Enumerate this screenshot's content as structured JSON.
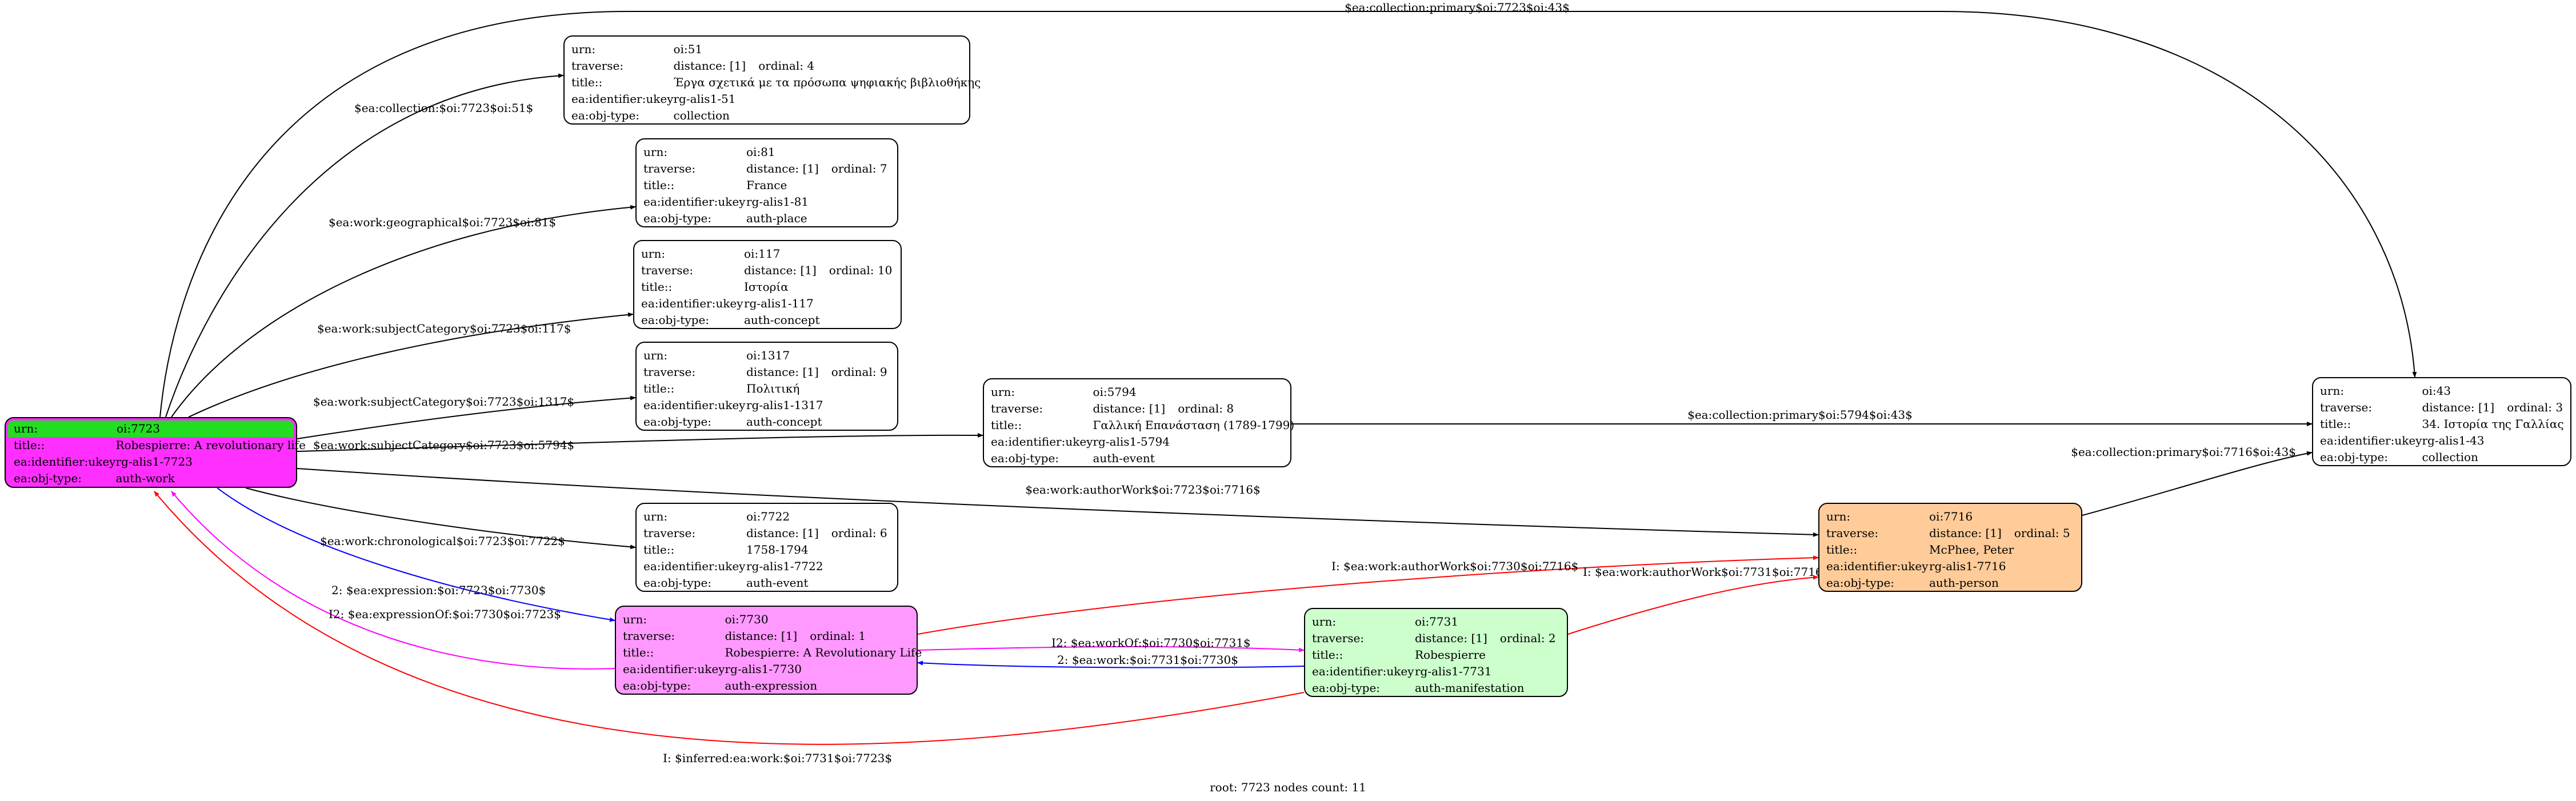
{
  "caption": "root: 7723 nodes count: 11",
  "nodes": [
    {
      "id": "oi:7723",
      "fill": "#ff2fff",
      "header_fill": "#22dd22",
      "urn": "oi:7723",
      "title": "Robespierre: A revolutionary life",
      "ukey": "rg-alis1-7723",
      "obj_type": "auth-work",
      "rows": [
        "urn:",
        "title::",
        "ea:identifier:ukey",
        "ea:obj-type:"
      ]
    },
    {
      "id": "oi:51",
      "fill": "#ffffff",
      "urn": "oi:51",
      "distance": "distance: [1]",
      "ordinal": "ordinal: 4",
      "title": "Έργα σχετικά με τα πρόσωπα ψηφιακής βιβλιοθήκης",
      "ukey": "rg-alis1-51",
      "obj_type": "collection"
    },
    {
      "id": "oi:81",
      "fill": "#ffffff",
      "urn": "oi:81",
      "distance": "distance: [1]",
      "ordinal": "ordinal: 7",
      "title": "France",
      "ukey": "rg-alis1-81",
      "obj_type": "auth-place"
    },
    {
      "id": "oi:117",
      "fill": "#ffffff",
      "urn": "oi:117",
      "distance": "distance: [1]",
      "ordinal": "ordinal: 10",
      "title": "Ιστορία",
      "ukey": "rg-alis1-117",
      "obj_type": "auth-concept"
    },
    {
      "id": "oi:1317",
      "fill": "#ffffff",
      "urn": "oi:1317",
      "distance": "distance: [1]",
      "ordinal": "ordinal: 9",
      "title": "Πολιτική",
      "ukey": "rg-alis1-1317",
      "obj_type": "auth-concept"
    },
    {
      "id": "oi:5794",
      "fill": "#ffffff",
      "urn": "oi:5794",
      "distance": "distance: [1]",
      "ordinal": "ordinal: 8",
      "title": "Γαλλική Επανάσταση (1789-1799)",
      "ukey": "rg-alis1-5794",
      "obj_type": "auth-event"
    },
    {
      "id": "oi:7722",
      "fill": "#ffffff",
      "urn": "oi:7722",
      "distance": "distance: [1]",
      "ordinal": "ordinal: 6",
      "title": "1758-1794",
      "ukey": "rg-alis1-7722",
      "obj_type": "auth-event"
    },
    {
      "id": "oi:7730",
      "fill": "#ff99ff",
      "urn": "oi:7730",
      "distance": "distance: [1]",
      "ordinal": "ordinal: 1",
      "title": "Robespierre: A Revolutionary Life",
      "ukey": "rg-alis1-7730",
      "obj_type": "auth-expression"
    },
    {
      "id": "oi:7731",
      "fill": "#ccffcc",
      "urn": "oi:7731",
      "distance": "distance: [1]",
      "ordinal": "ordinal: 2",
      "title": "Robespierre",
      "ukey": "rg-alis1-7731",
      "obj_type": "auth-manifestation"
    },
    {
      "id": "oi:7716",
      "fill": "#ffcc99",
      "urn": "oi:7716",
      "distance": "distance: [1]",
      "ordinal": "ordinal: 5",
      "title": "McPhee, Peter",
      "ukey": "rg-alis1-7716",
      "obj_type": "auth-person"
    },
    {
      "id": "oi:43",
      "fill": "#ffffff",
      "urn": "oi:43",
      "distance": "distance: [1]",
      "ordinal": "ordinal: 3",
      "title": "34. Ιστορία της Γαλλίας",
      "ukey": "rg-alis1-43",
      "obj_type": "collection"
    }
  ],
  "labels": {
    "urn": "urn:",
    "traverse": "traverse:",
    "title": "title::",
    "ukey": "ea:identifier:ukey",
    "obj_type": "ea:obj-type:"
  },
  "edges": [
    {
      "label": "$ea:collection:primary$oi:7723$oi:43$",
      "color": "#000000"
    },
    {
      "label": "$ea:collection:$oi:7723$oi:51$",
      "color": "#000000"
    },
    {
      "label": "$ea:work:geographical$oi:7723$oi:81$",
      "color": "#000000"
    },
    {
      "label": "$ea:work:subjectCategory$oi:7723$oi:117$",
      "color": "#000000"
    },
    {
      "label": "$ea:work:subjectCategory$oi:7723$oi:1317$",
      "color": "#000000"
    },
    {
      "label": "$ea:work:subjectCategory$oi:7723$oi:5794$",
      "color": "#000000"
    },
    {
      "label": "$ea:collection:primary$oi:5794$oi:43$",
      "color": "#000000"
    },
    {
      "label": "$ea:collection:primary$oi:7716$oi:43$",
      "color": "#000000"
    },
    {
      "label": "$ea:work:authorWork$oi:7723$oi:7716$",
      "color": "#000000"
    },
    {
      "label": "$ea:work:chronological$oi:7723$oi:7722$",
      "color": "#000000"
    },
    {
      "label": "2: $ea:expression:$oi:7723$oi:7730$",
      "color": "#0000ff"
    },
    {
      "label": "I2: $ea:expressionOf:$oi:7730$oi:7723$",
      "color": "#ff00ff"
    },
    {
      "label": "I: $ea:work:authorWork$oi:7730$oi:7716$",
      "color": "#ff0000"
    },
    {
      "label": "I: $ea:work:authorWork$oi:7731$oi:7716$",
      "color": "#ff0000"
    },
    {
      "label": "I2: $ea:workOf:$oi:7730$oi:7731$",
      "color": "#ff00ff"
    },
    {
      "label": "2: $ea:work:$oi:7731$oi:7730$",
      "color": "#0000ff"
    },
    {
      "label": "I: $inferred:ea:work:$oi:7731$oi:7723$",
      "color": "#ff0000"
    }
  ]
}
